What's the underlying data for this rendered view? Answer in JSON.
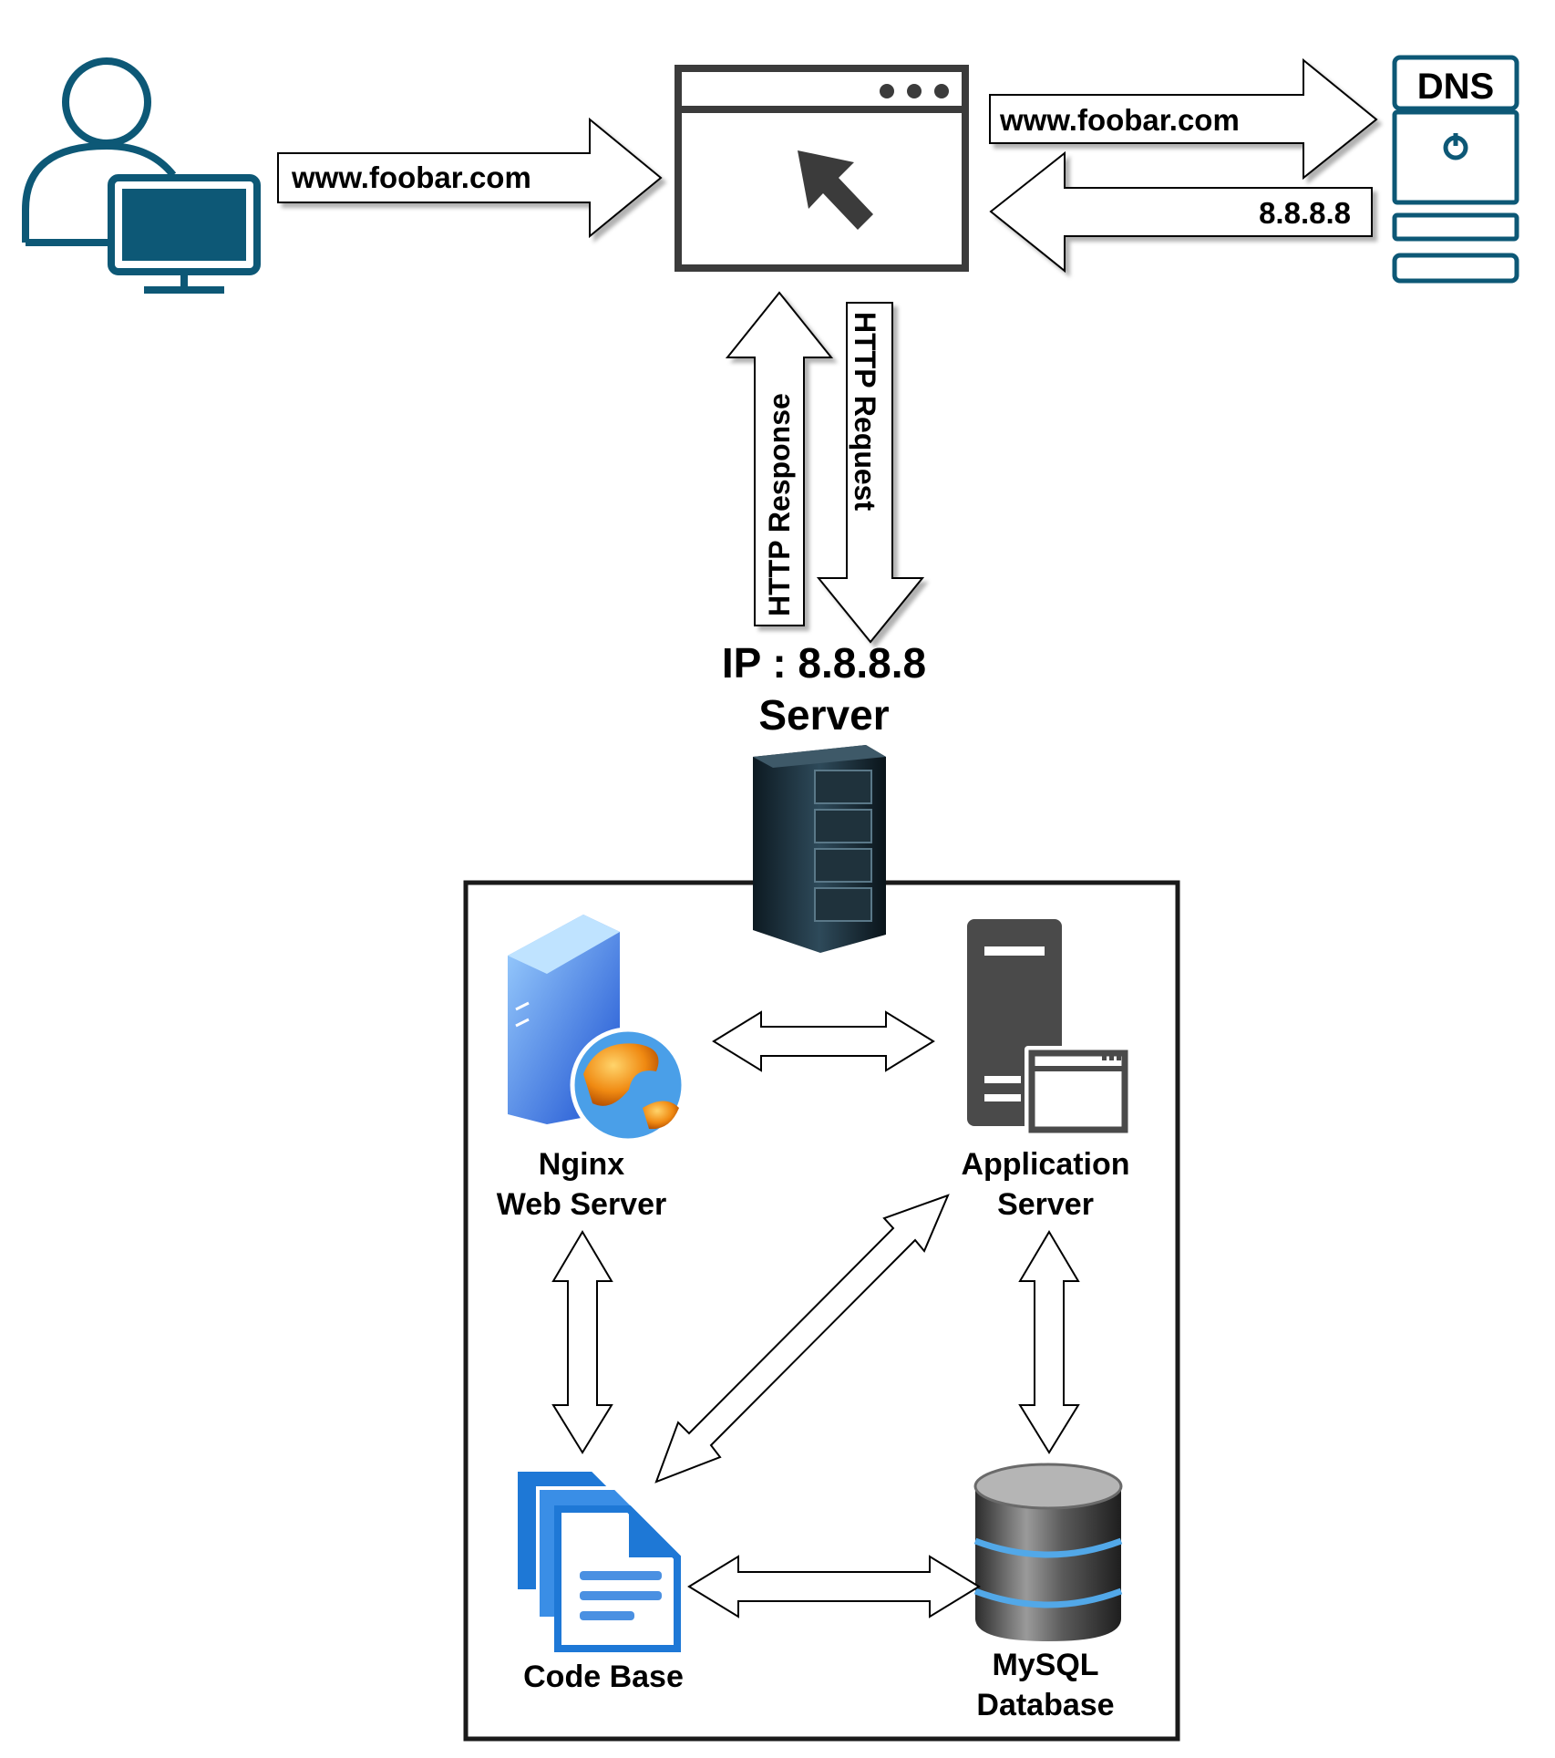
{
  "user_to_browser_label": "www.foobar.com",
  "browser_to_dns_label": "www.foobar.com",
  "dns_to_browser_label": "8.8.8.8",
  "dns_label": "DNS",
  "http_response_label": "HTTP Response",
  "http_request_label": "HTTP Request",
  "server_ip_label": "IP : 8.8.8.8",
  "server_label": "Server",
  "nginx": {
    "line1": "Nginx",
    "line2": "Web Server"
  },
  "app_server": {
    "line1": "Application",
    "line2": "Server"
  },
  "code_base": {
    "line1": "Code Base"
  },
  "mysql": {
    "line1": "MySQL",
    "line2": "Database"
  },
  "colors": {
    "user_icon": "#0d5876",
    "dns_icon": "#0d5876",
    "browser_icon": "#3b3b3b",
    "app_server_icon": "#4a4a4a",
    "code_base_icon": "#1e78d6",
    "nginx_icon": "#2f7fe6"
  }
}
